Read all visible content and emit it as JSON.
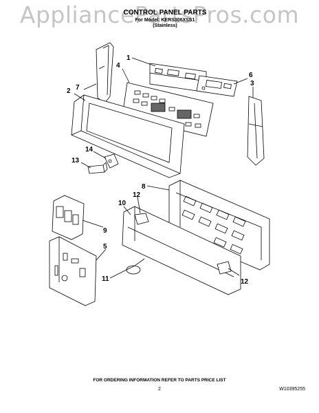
{
  "watermark": "AppliancePartsPros.com",
  "header": {
    "title": "CONTROL PANEL PARTS",
    "model": "For Model: KERS306XSS1",
    "variant": "(Stainless)"
  },
  "callouts": [
    "1",
    "2",
    "3",
    "4",
    "5",
    "6",
    "7",
    "8",
    "9",
    "10",
    "11",
    "12",
    "12",
    "13",
    "14"
  ],
  "footer": {
    "ordering_note": "FOR ORDERING INFORMATION REFER TO PARTS PRICE LIST",
    "page_number": "2",
    "document_number": "W10395255"
  }
}
